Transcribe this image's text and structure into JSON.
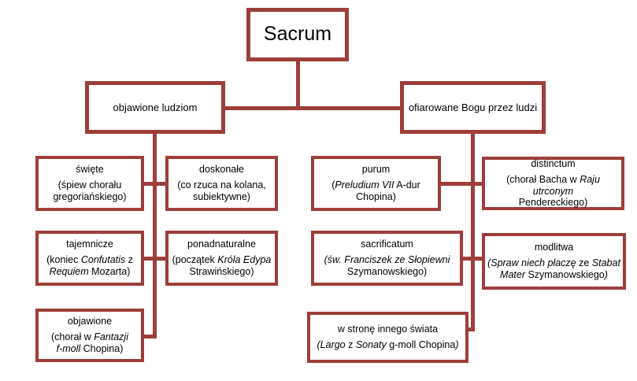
{
  "colors": {
    "accent": "#9E3E39",
    "text": "#000000",
    "background": "#FFFFFF"
  },
  "diagram_title": "Sacrum",
  "root": {
    "title": "Sacrum"
  },
  "branches": {
    "left": {
      "label": "objawione ludziom"
    },
    "right": {
      "label": "ofiarowane Bogu przez ludzi"
    }
  },
  "nodes": {
    "swiete": {
      "title": "święte",
      "subtitle": [
        {
          "t": "(śpiew chorału\ngregoriańskiego)",
          "i": false
        }
      ]
    },
    "doskonale": {
      "title": "doskonałe",
      "subtitle": [
        {
          "t": "(co rzuca na kolana,\nsubiektywne)",
          "i": false
        }
      ]
    },
    "tajemnicze": {
      "title": "tajemnicze",
      "subtitle": [
        {
          "t": "(koniec ",
          "i": false
        },
        {
          "t": "Confutatis",
          "i": true
        },
        {
          "t": " z\n",
          "i": false
        },
        {
          "t": "Requiem",
          "i": true
        },
        {
          "t": " Mozarta)",
          "i": false
        }
      ]
    },
    "ponadnaturalne": {
      "title": "ponadnaturalne",
      "subtitle": [
        {
          "t": "(początek ",
          "i": false
        },
        {
          "t": "Króla Edypa",
          "i": true
        },
        {
          "t": "\nStrawińskiego)",
          "i": false
        }
      ]
    },
    "objawione": {
      "title": "objawione",
      "subtitle": [
        {
          "t": "(chorał w ",
          "i": false
        },
        {
          "t": "Fantazji\nf-moll",
          "i": true
        },
        {
          "t": " Chopina)",
          "i": false
        }
      ]
    },
    "purum": {
      "title": "purum",
      "subtitle": [
        {
          "t": "(",
          "i": false
        },
        {
          "t": "Preludium VII",
          "i": true
        },
        {
          "t": " A-dur\nChopina)",
          "i": false
        }
      ]
    },
    "distinctum": {
      "title": "distinctum",
      "subtitle": [
        {
          "t": "(chorał Bacha w ",
          "i": false
        },
        {
          "t": "Raju utrconym",
          "i": true
        },
        {
          "t": "\nPendereckiego)",
          "i": false
        }
      ]
    },
    "sacrificatum": {
      "title": "sacrificatum",
      "subtitle": [
        {
          "t": "(św. Franciszek ze Słopiewni",
          "i": true
        },
        {
          "t": "\nSzymanowskiego)",
          "i": false
        }
      ]
    },
    "modlitwa": {
      "title": "modlitwa",
      "subtitle": [
        {
          "t": "(Spraw niech płaczę",
          "i": true
        },
        {
          "t": " ze ",
          "i": false
        },
        {
          "t": "Stabat\nMater",
          "i": true
        },
        {
          "t": " Szymanowskiego",
          "i": false
        },
        {
          "t": ")",
          "i": true
        }
      ]
    },
    "w_strone": {
      "title": "w stronę innego świata",
      "subtitle": [
        {
          "t": "(Largo",
          "i": true
        },
        {
          "t": " z ",
          "i": false
        },
        {
          "t": "Sonaty",
          "i": true
        },
        {
          "t": " g-moll Chopina",
          "i": false
        },
        {
          "t": ")",
          "i": true
        }
      ]
    }
  }
}
